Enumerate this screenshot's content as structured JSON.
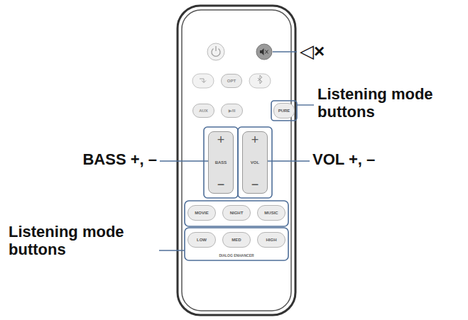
{
  "diagram": {
    "nodes": [
      {
        "text": [
          "OPT"
        ]
      },
      {
        "text": [
          "AUX"
        ]
      },
      {
        "text": [
          "▶/II"
        ]
      },
      {
        "text": [
          "PURE"
        ]
      },
      {
        "text": [
          "+",
          "BASS",
          "−"
        ]
      },
      {
        "text": [
          "+",
          "VOL",
          "−"
        ]
      },
      {
        "text": [
          "MOVIE"
        ]
      },
      {
        "text": [
          "NIGHT"
        ]
      },
      {
        "text": [
          "MUSIC"
        ]
      },
      {
        "text": [
          "LOW"
        ]
      },
      {
        "text": [
          "MED"
        ]
      },
      {
        "text": [
          "HIGH"
        ]
      }
    ],
    "labels": [
      "◁×",
      "Listening mode buttons",
      "BASS +, –",
      "VOL +, –",
      "Listening mode buttons",
      "DIALOG ENHANCER"
    ]
  }
}
